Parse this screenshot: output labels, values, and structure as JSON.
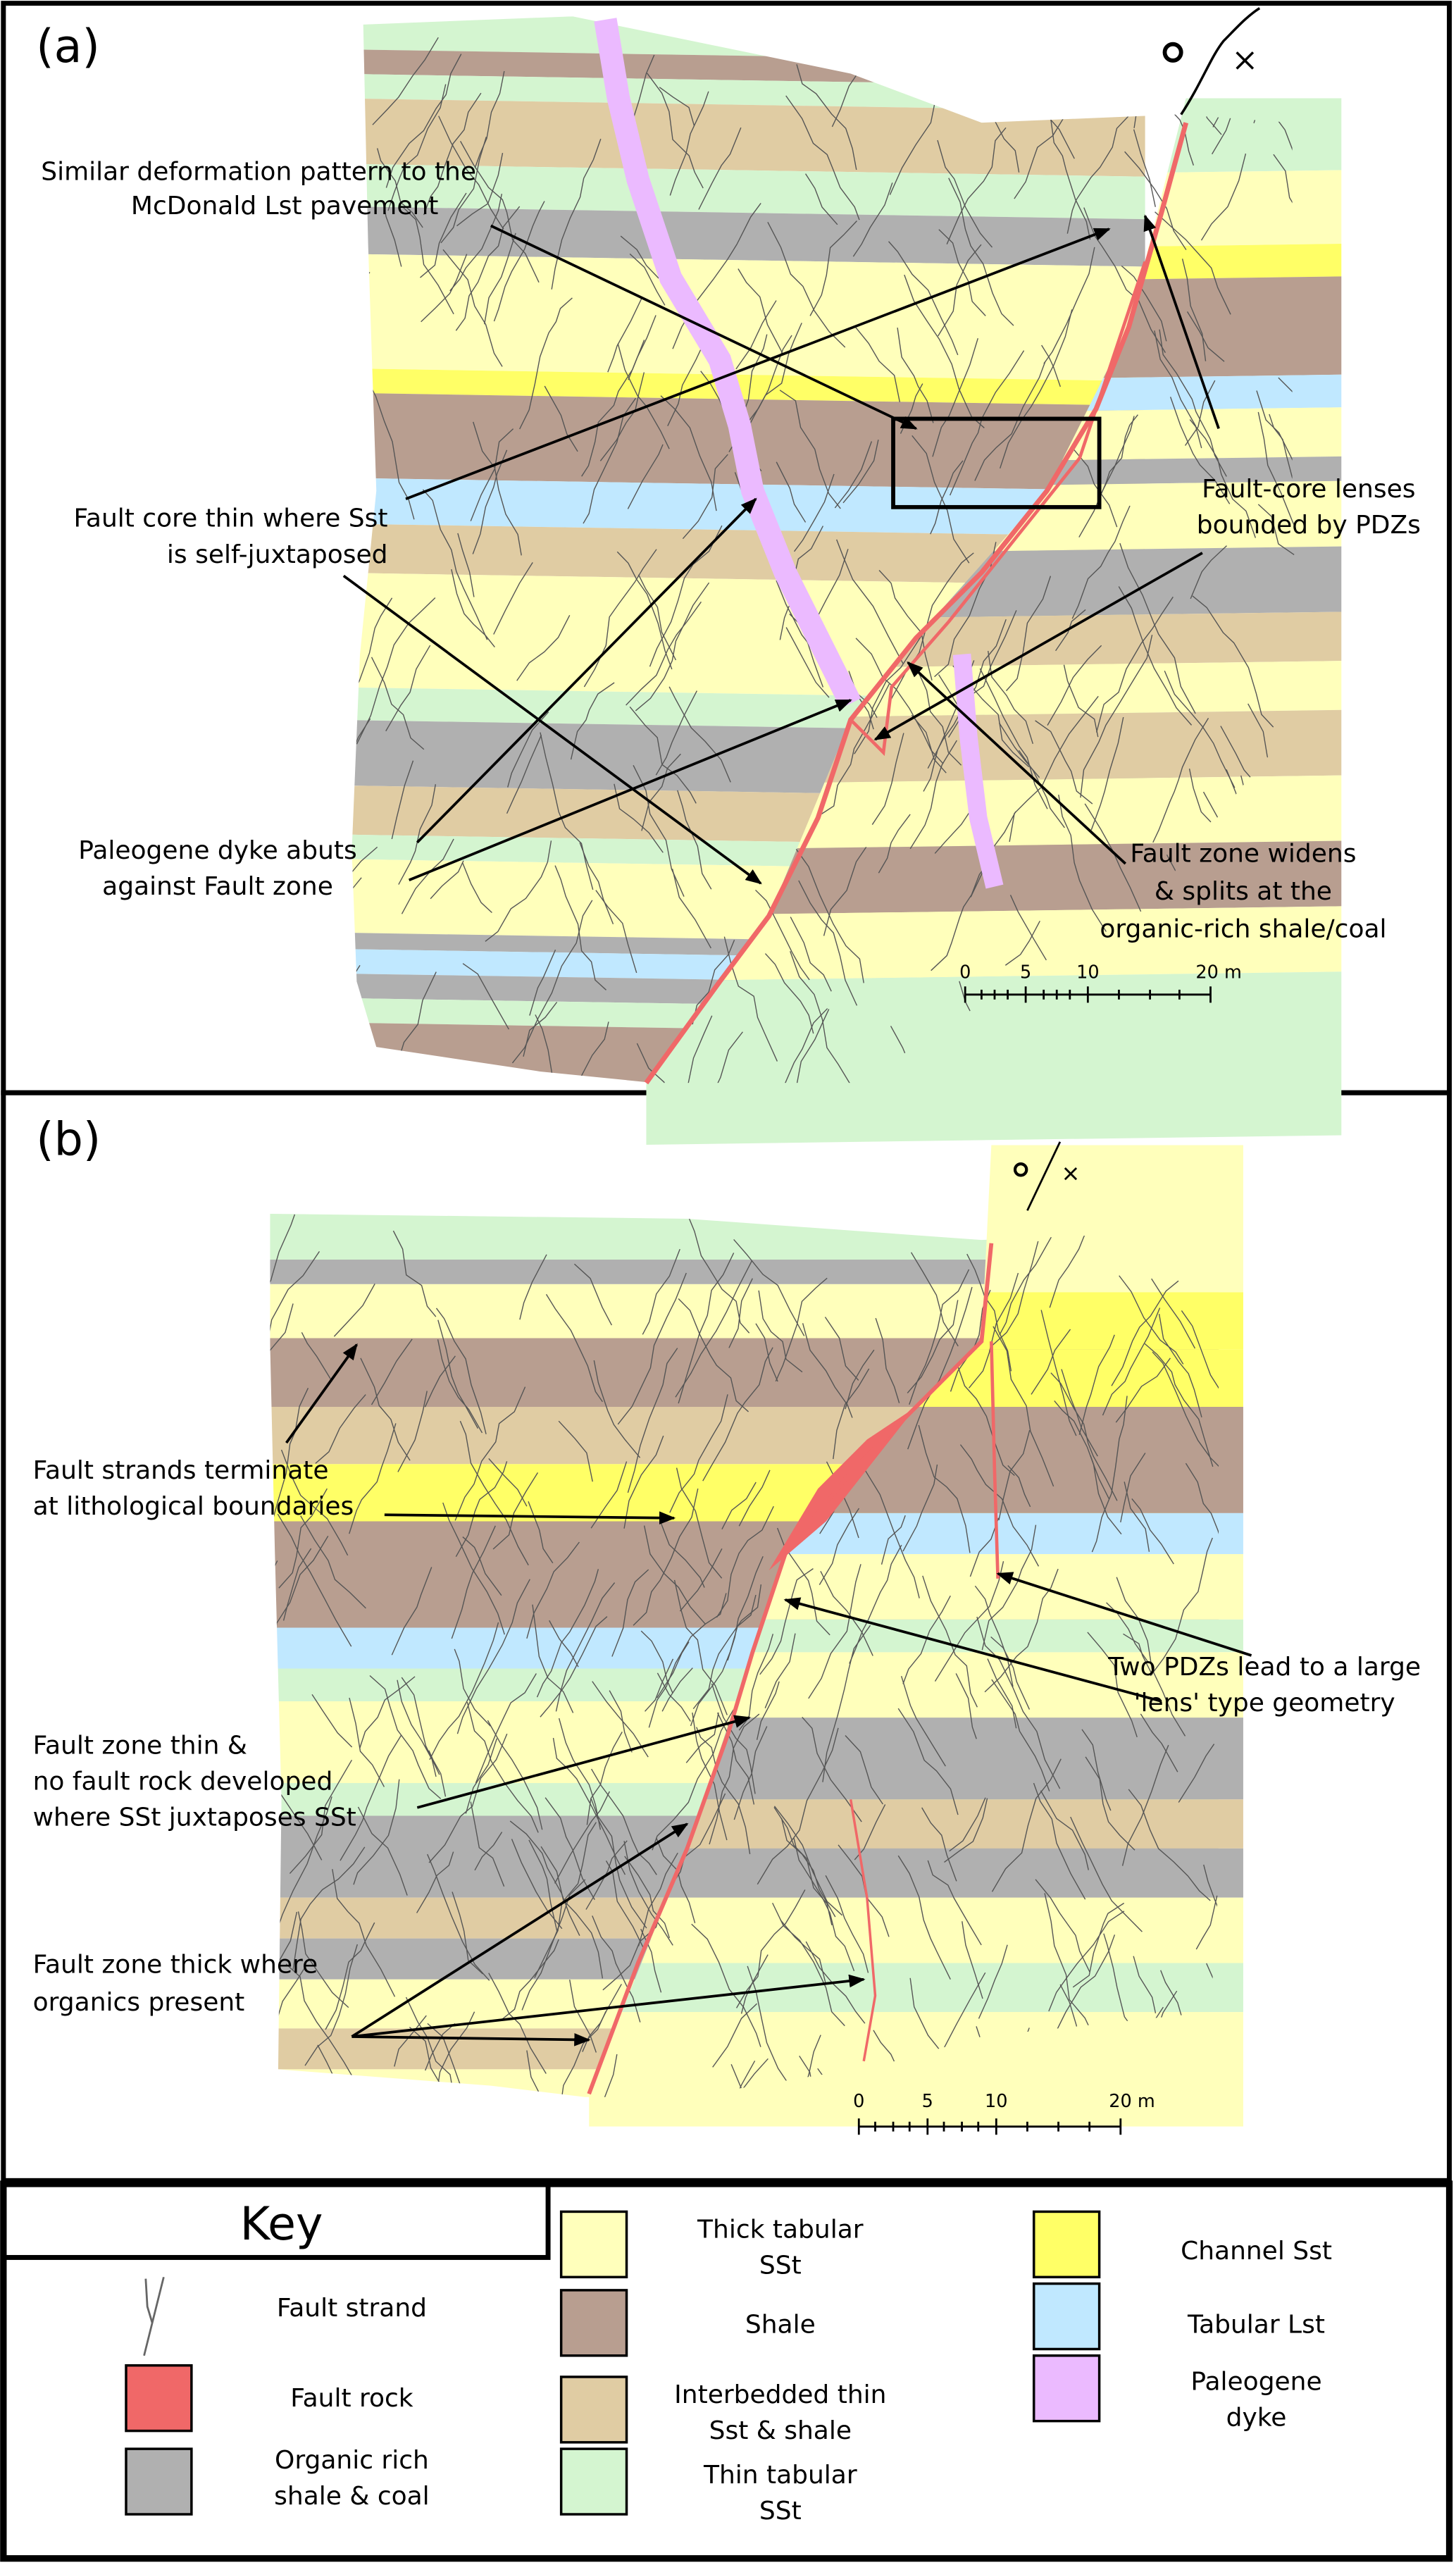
{
  "panel_a": {
    "label": "(a)",
    "annotations": {
      "similar": [
        "Similar deformation pattern to the",
        "McDonald Lst pavement"
      ],
      "core_thin": [
        "Fault core thin where Sst",
        "is self-juxtaposed"
      ],
      "lenses": [
        "Fault-core lenses",
        "bounded by PDZs"
      ],
      "dyke": [
        "Paleogene dyke abuts",
        "against Fault zone"
      ],
      "widens": [
        "Fault zone widens",
        "& splits at the",
        "organic-rich shale/coal"
      ]
    },
    "scale": {
      "ticks": [
        "0",
        "5",
        "10",
        "20 m"
      ]
    }
  },
  "panel_b": {
    "label": "(b)",
    "annotations": {
      "terminate": [
        "Fault strands terminate",
        "at lithological boundaries"
      ],
      "pdzs": [
        "Two PDZs lead to a large",
        "'lens'  type geometry"
      ],
      "thin": [
        "Fault zone thin &",
        "no fault rock developed",
        "where SSt juxtaposes SSt"
      ],
      "thick": [
        "Fault zone thick where",
        "organics present"
      ]
    },
    "scale": {
      "ticks": [
        "0",
        "5",
        "10",
        "20 m"
      ]
    }
  },
  "key": {
    "title": "Key",
    "items": {
      "fault_strand": {
        "label": [
          "Fault strand"
        ],
        "color": "#666666"
      },
      "fault_rock": {
        "label": [
          "Fault rock"
        ],
        "color": "#f06868"
      },
      "organic": {
        "label": [
          "Organic rich",
          "shale & coal"
        ],
        "color": "#b0b0b0"
      },
      "thick_sst": {
        "label": [
          "Thick tabular",
          "SSt"
        ],
        "color": "#ffffbb"
      },
      "shale": {
        "label": [
          "Shale"
        ],
        "color": "#b89e90"
      },
      "interbedded": {
        "label": [
          "Interbedded thin",
          "Sst & shale"
        ],
        "color": "#e0cca3"
      },
      "thin_sst": {
        "label": [
          "Thin tabular",
          "SSt"
        ],
        "color": "#d4f5d0"
      },
      "channel": {
        "label": [
          "Channel Sst"
        ],
        "color": "#ffff66"
      },
      "lst": {
        "label": [
          "Tabular Lst"
        ],
        "color": "#c0e8ff"
      },
      "dyke": {
        "label": [
          "Paleogene",
          "dyke"
        ],
        "color": "#ebbaff"
      }
    }
  }
}
